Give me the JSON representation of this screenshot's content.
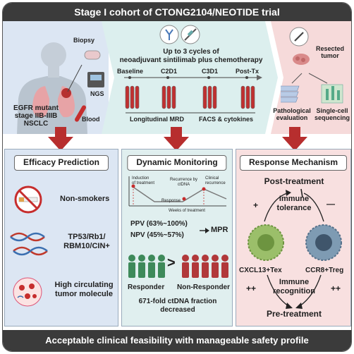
{
  "header": {
    "title": "Stage I cohort of CTONG2104/NEOTIDE trial"
  },
  "patient": {
    "biopsy": "Biopsy",
    "ngs": "NGS",
    "blood": "Blood",
    "desc_line1": "EGFR mutant",
    "desc_line2": "stage IIB-IIIB",
    "desc_line3": "NSCLC"
  },
  "treatment": {
    "line1": "Up to 3 cycles of",
    "line2": "neoadjuvant sintilimab plus chemotherapy",
    "timepoints": [
      "Baseline",
      "C2D1",
      "C3D1",
      "Post-Tx"
    ],
    "mrd_label": "Longitudinal MRD",
    "facs_label": "FACS & cytokines"
  },
  "surgery": {
    "resected_line1": "Resected",
    "resected_line2": "tumor",
    "path_line1": "Pathological",
    "path_line2": "evaluation",
    "sc_line1": "Single-cell",
    "sc_line2": "sequencing"
  },
  "efficacy": {
    "title": "Efficacy Prediction",
    "item1": "Non-smokers",
    "item2_line1": "TP53/Rb1/",
    "item2_line2": "RBM10/CIN+",
    "item3_line1": "High circulating",
    "item3_line2": "tumor molecule"
  },
  "monitoring": {
    "title": "Dynamic Monitoring",
    "induction_line1": "Induction",
    "induction_line2": "of treatment",
    "response": "Response",
    "recurrence_ct_line1": "Recurrence by",
    "recurrence_ct_line2": "ctDNA",
    "clinical_line1": "Clinical",
    "clinical_line2": "recurrence",
    "weeks": "Weeks of treatment",
    "ppv": "PPV (63%~100%)",
    "npv": "NPV (45%~57%)",
    "mpr": "MPR",
    "responder": "Responder",
    "gt": ">",
    "non_responder": "Non-Responder",
    "fold_line1": "671-fold ctDNA fraction",
    "fold_line2": "decreased"
  },
  "mechanism": {
    "title": "Response Mechanism",
    "post": "Post-treatment",
    "tol_line1": "Immune",
    "tol_line2": "tolerance",
    "plus": "+",
    "minus": "—",
    "cell_left": "CXCL13+Tex",
    "cell_right": "CCR8+Treg",
    "rec_line1": "Immune",
    "rec_line2": "recognition",
    "pp": "++",
    "pre": "Pre-treatment"
  },
  "footer": {
    "text": "Acceptable clinical feasibility with manageable safety profile"
  },
  "colors": {
    "left_panel_bg": "#dce6f3",
    "mid_top_bg": "#dcefee",
    "right_top_bg": "#f6dada",
    "arrow_red": "#b72e2e",
    "responder_green": "#3e8a5a",
    "nonresponder_red": "#b1383a"
  }
}
